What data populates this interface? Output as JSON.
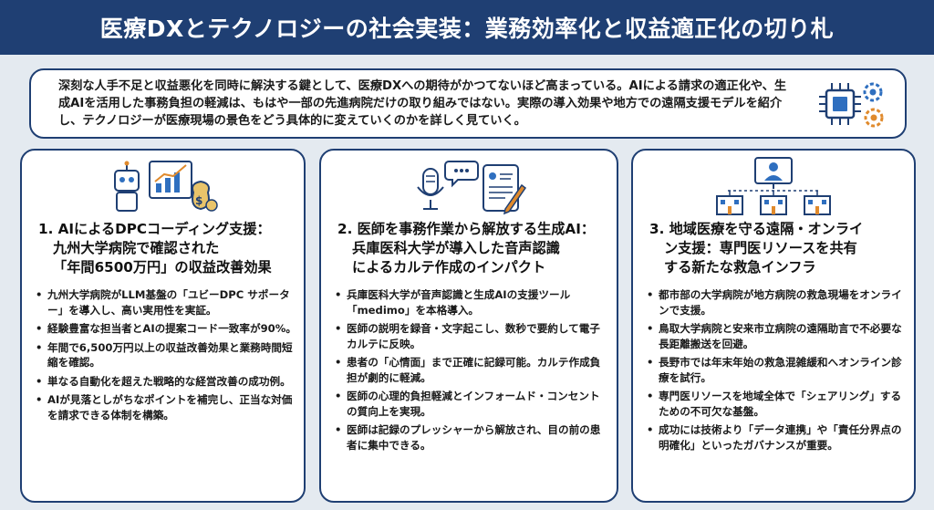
{
  "title": "医療DXとテクノロジーの社会実装：業務効率化と収益適正化の切り札",
  "intro": "深刻な人手不足と収益悪化を同時に解決する鍵として、医療DXへの期待がかつてないほど高まっている。AIによる請求の適正化や、生成AIを活用した事務負担の軽減は、もはや一部の先進病院だけの取り組みではない。実際の導入効果や地方での遠隔支援モデルを紹介し、テクノロジーが医療現場の景色をどう具体的に変えていくのかを詳しく見ていく。",
  "intro_icon": "chip-gear-icon",
  "cards": [
    {
      "icon": "robot-chart-money-icon",
      "title_lines": [
        "1. AIによるDPCコーディング支援：",
        "九州大学病院で確認された",
        "「年間6500万円」の収益改善効果"
      ],
      "bullets": [
        "九州大学病院がLLM基盤の「ユビーDPC サポーター」を導入し、高い実用性を実証。",
        "経験豊富な担当者とAIの提案コード一致率が90%。",
        "年間で6,500万円以上の収益改善効果と業務時間短縮を確認。",
        "単なる自動化を超えた戦略的な経営改善の成功例。",
        "AIが見落としがちなポイントを補完し、正当な対価を請求できる体制を構築。"
      ]
    },
    {
      "icon": "microphone-chat-tablet-icon",
      "title_lines": [
        "2. 医師を事務作業から解放する生成AI：",
        "兵庫医科大学が導入した音声認識",
        "によるカルテ作成のインパクト"
      ],
      "bullets": [
        "兵庫医科大学が音声認識と生成AIの支援ツール「medimo」を本格導入。",
        "医師の説明を録音・文字起こし、数秒で要約して電子カルテに反映。",
        "患者の「心情面」まで正確に記録可能。カルテ作成負担が劇的に軽減。",
        "医師の心理的負担軽減とインフォームド・コンセントの質向上を実現。",
        "医師は記録のプレッシャーから解放され、目の前の患者に集中できる。"
      ]
    },
    {
      "icon": "doctor-hospitals-network-icon",
      "title_lines": [
        "3. 地域医療を守る遠隔・オンライ",
        "ン支援：専門医リソースを共有",
        "する新たな救急インフラ"
      ],
      "bullets": [
        "都市部の大学病院が地方病院の救急現場をオンラインで支援。",
        "鳥取大学病院と安来市立病院の遠隔助言で不必要な長距離搬送を回避。",
        "長野市では年末年始の救急混雑緩和へオンライン診療を試行。",
        "専門医リソースを地域全体で「シェアリング」するための不可欠な基盤。",
        "成功には技術より「データ連携」や「責任分界点の明確化」といったガバナンスが重要。"
      ]
    }
  ],
  "colors": {
    "navy": "#1f3f73",
    "background": "#e4eaf0",
    "accent_orange": "#e08a2c",
    "accent_blue": "#2f6fbf"
  }
}
